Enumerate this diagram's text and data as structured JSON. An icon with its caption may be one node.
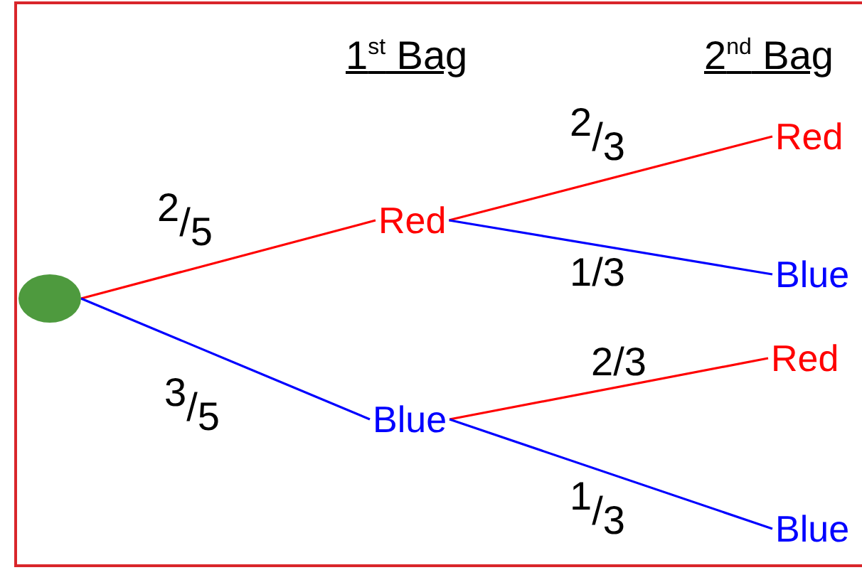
{
  "diagram": {
    "nodes": [
      {
        "text": [],
        "shape": "circle"
      },
      {
        "text": [
          "Red"
        ]
      },
      {
        "text": [
          "Blue"
        ]
      },
      {
        "text": [
          "Red"
        ]
      },
      {
        "text": [
          "Blue"
        ]
      },
      {
        "text": [
          "Red"
        ]
      },
      {
        "text": [
          "Blue"
        ]
      }
    ],
    "edges": [
      {
        "from": 0,
        "to": 1,
        "arrow": "none",
        "label": "$^{2}$/$_{5}$",
        "color": "#ff0000"
      },
      {
        "from": 0,
        "to": 2,
        "arrow": "none",
        "label": "$^{3}$/$_{5}$",
        "color": "#0000ff"
      },
      {
        "from": 1,
        "to": 3,
        "arrow": "none",
        "label": "$^{2}$/$_{3}$",
        "color": "#ff0000"
      },
      {
        "from": 1,
        "to": 4,
        "arrow": "none",
        "label": "1/3",
        "color": "#0000ff"
      },
      {
        "from": 2,
        "to": 5,
        "arrow": "none",
        "label": "2/3",
        "color": "#ff0000"
      },
      {
        "from": 2,
        "to": 6,
        "arrow": "none",
        "label": "$^{1}$/$_{3}$",
        "color": "#0000ff"
      }
    ],
    "labels": [
      "1$^{st}$ Bag",
      "2$^{nd}$ Bag"
    ]
  }
}
